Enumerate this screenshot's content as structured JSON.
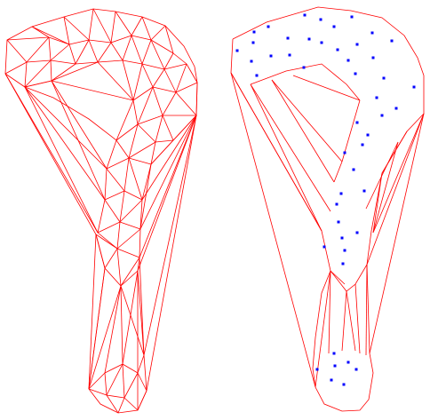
{
  "colors": {
    "background": "#ffffff",
    "mesh_edge": "#ff0000",
    "sample_point": "#0000ff"
  },
  "panels": [
    {
      "name": "left-panel",
      "kind": "full-triangulation"
    },
    {
      "name": "right-panel",
      "kind": "outline-with-sample-points"
    }
  ]
}
